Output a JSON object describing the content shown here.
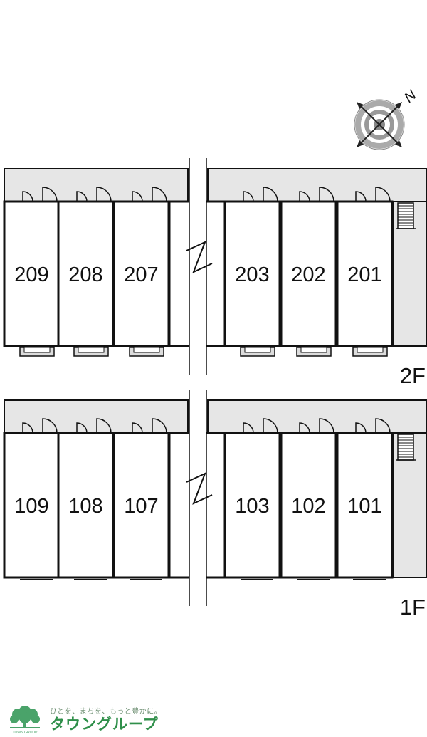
{
  "compass": {
    "north_label": "N",
    "icon": "compass-icon"
  },
  "floors": [
    {
      "label": "2F",
      "units_left": [
        "209",
        "208",
        "207"
      ],
      "units_right": [
        "203",
        "202",
        "201"
      ]
    },
    {
      "label": "1F",
      "units_left": [
        "109",
        "108",
        "107"
      ],
      "units_right": [
        "103",
        "102",
        "101"
      ]
    }
  ],
  "footer": {
    "tagline": "ひとを、まちを、もっと豊かに。",
    "brand": "タウングループ",
    "logo_text": "TOWN GROUP",
    "logo_icon": "tree-logo-icon",
    "brand_color": "#2f8f4a"
  },
  "colors": {
    "corridor": "#e6e6e6",
    "wall": "#111111",
    "balcony": "#dcdcdc"
  }
}
